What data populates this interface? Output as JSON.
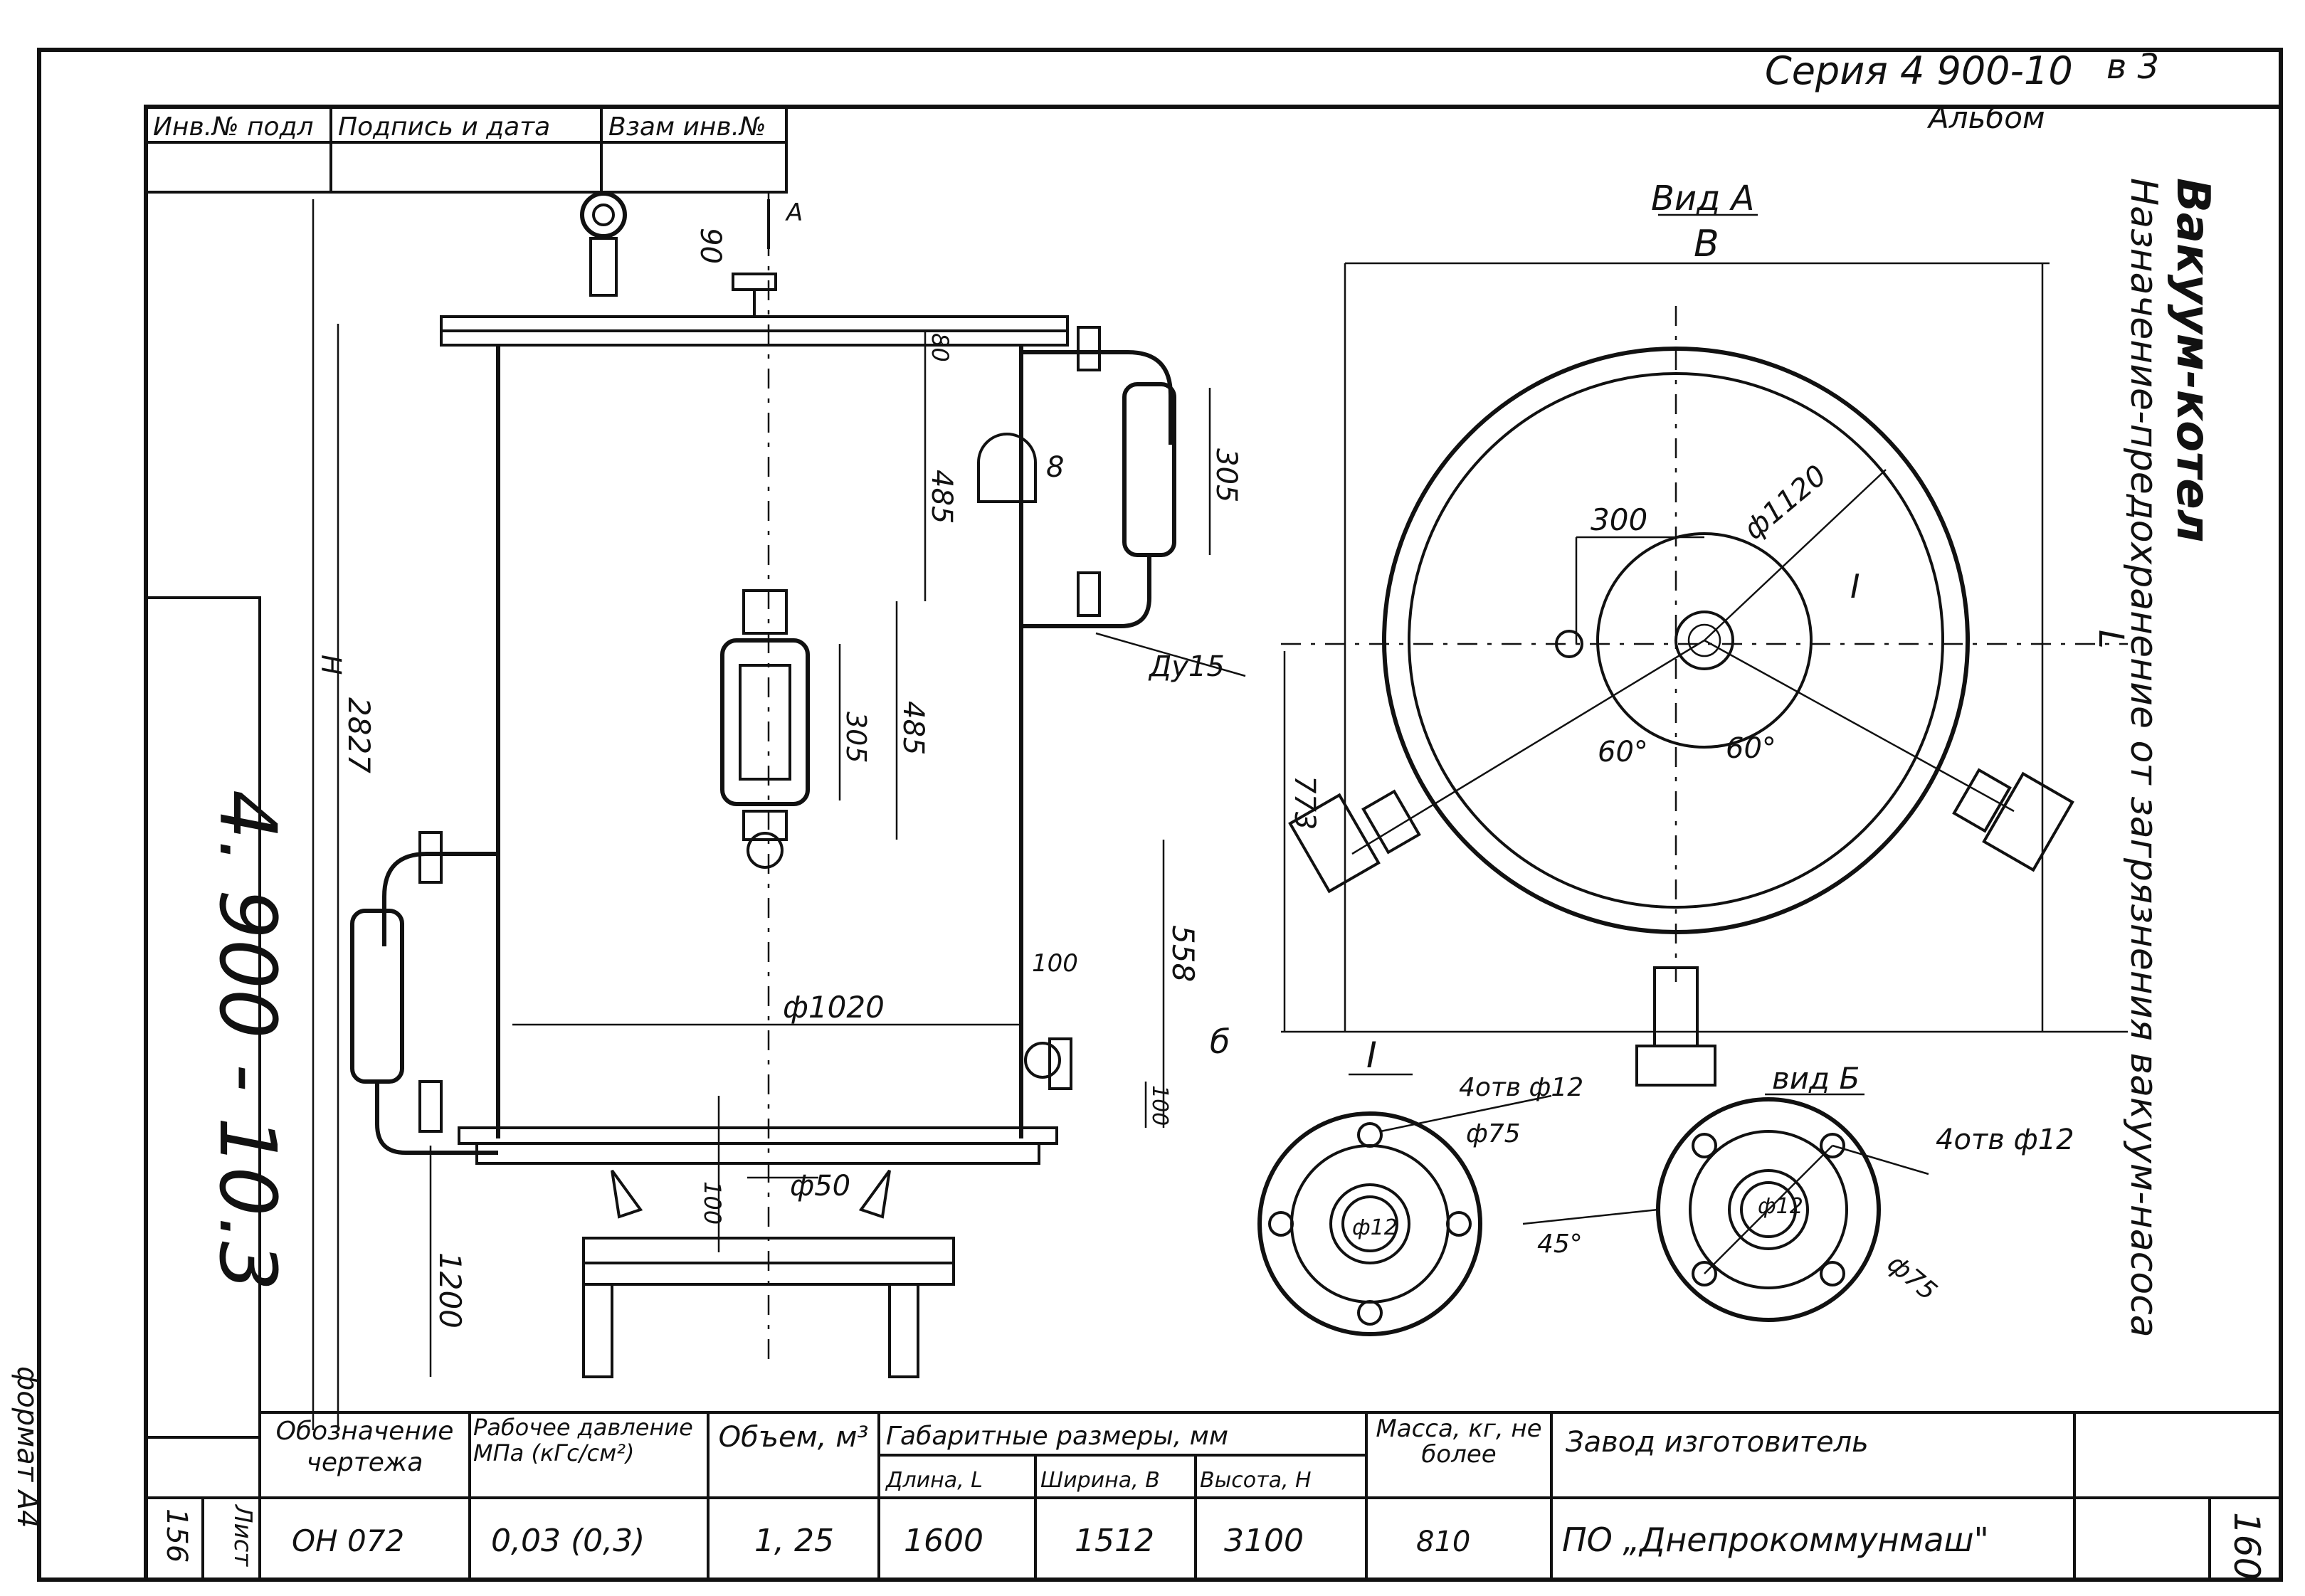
{
  "header": {
    "series": "Серия 4 900-10",
    "series_issue": "в 3",
    "album": "Альбом"
  },
  "stamp_top": {
    "col1": "Инв.№ подл",
    "col2": "Подпись и дата",
    "col3": "Взам инв.№"
  },
  "designation_vertical": "4. 900 - 10.3",
  "title": {
    "line1": "Вакуум-котел",
    "line2": "Назначение-предохранение от загрязнения вакуум-насоса"
  },
  "views": {
    "view_a": "Вид А",
    "view_b": "вид Б",
    "detail": "I",
    "arrow_a": "А",
    "arrow_b": "б",
    "roman_detail_marker": "I"
  },
  "dimensions": {
    "d_90": "90",
    "d_80": "80",
    "d_485_top": "485",
    "d_8": "8",
    "d_305_right": "305",
    "d_485_mid": "485",
    "d_305_mid": "305",
    "d_H": "Н",
    "d_2827": "2827",
    "d_558": "558",
    "d_100_side": "100",
    "d_1020": "ф1020",
    "d_100_bottom": "100",
    "d_100_stem": "100",
    "d_50": "ф50",
    "d_1200": "1200",
    "d_Du15": "Ду15",
    "d_B": "В",
    "d_L": "L",
    "d_300": "300",
    "d_1120": "ф1120",
    "d_60a": "60°",
    "d_60b": "60°",
    "d_773": "773",
    "hole1": "4отв ф12",
    "d_75a": "ф75",
    "d_12a": "ф12",
    "hole2": "4отв ф12",
    "d_75b": "ф75",
    "d_12b": "ф12",
    "d_45": "45°"
  },
  "table": {
    "headers": {
      "designation": "Обозначение чертежа",
      "pressure": "Рабочее давление МПа (кГс/см²)",
      "volume": "Объем, м³",
      "overall": "Габаритные размеры, мм",
      "length": "Длина, L",
      "width": "Ширина, В",
      "height": "Высота, Н",
      "mass": "Масса, кг, не более",
      "plant": "Завод изготовитель"
    },
    "row": {
      "designation": "ОН 072",
      "pressure": "0,03 (0,3)",
      "volume": "1, 25",
      "length": "1600",
      "width": "1512",
      "height": "3100",
      "mass": "810",
      "plant": "ПО „Днепрокоммунмаш\""
    }
  },
  "sheet_label": "Лист",
  "sheet_number": "156",
  "page_number": "160",
  "format": "формат А4"
}
